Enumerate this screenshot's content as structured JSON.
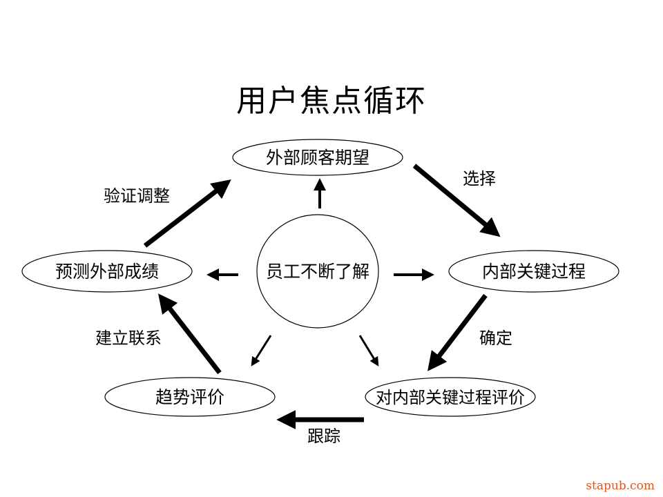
{
  "title": "用户焦点循环",
  "nodes": {
    "customer": "外部顾客期望",
    "center": "员工不断了解",
    "internal": "内部关键过程",
    "forecast": "预测外部成绩",
    "trend": "趋势评价",
    "eval": "对内部关键过程评价"
  },
  "edges": {
    "select": "选择",
    "confirm": "确定",
    "track": "跟踪",
    "link": "建立联系",
    "verify": "验证调整"
  },
  "watermark": "stapub.com",
  "colors": {
    "line": "#000000",
    "watermark": "#e0561a"
  }
}
